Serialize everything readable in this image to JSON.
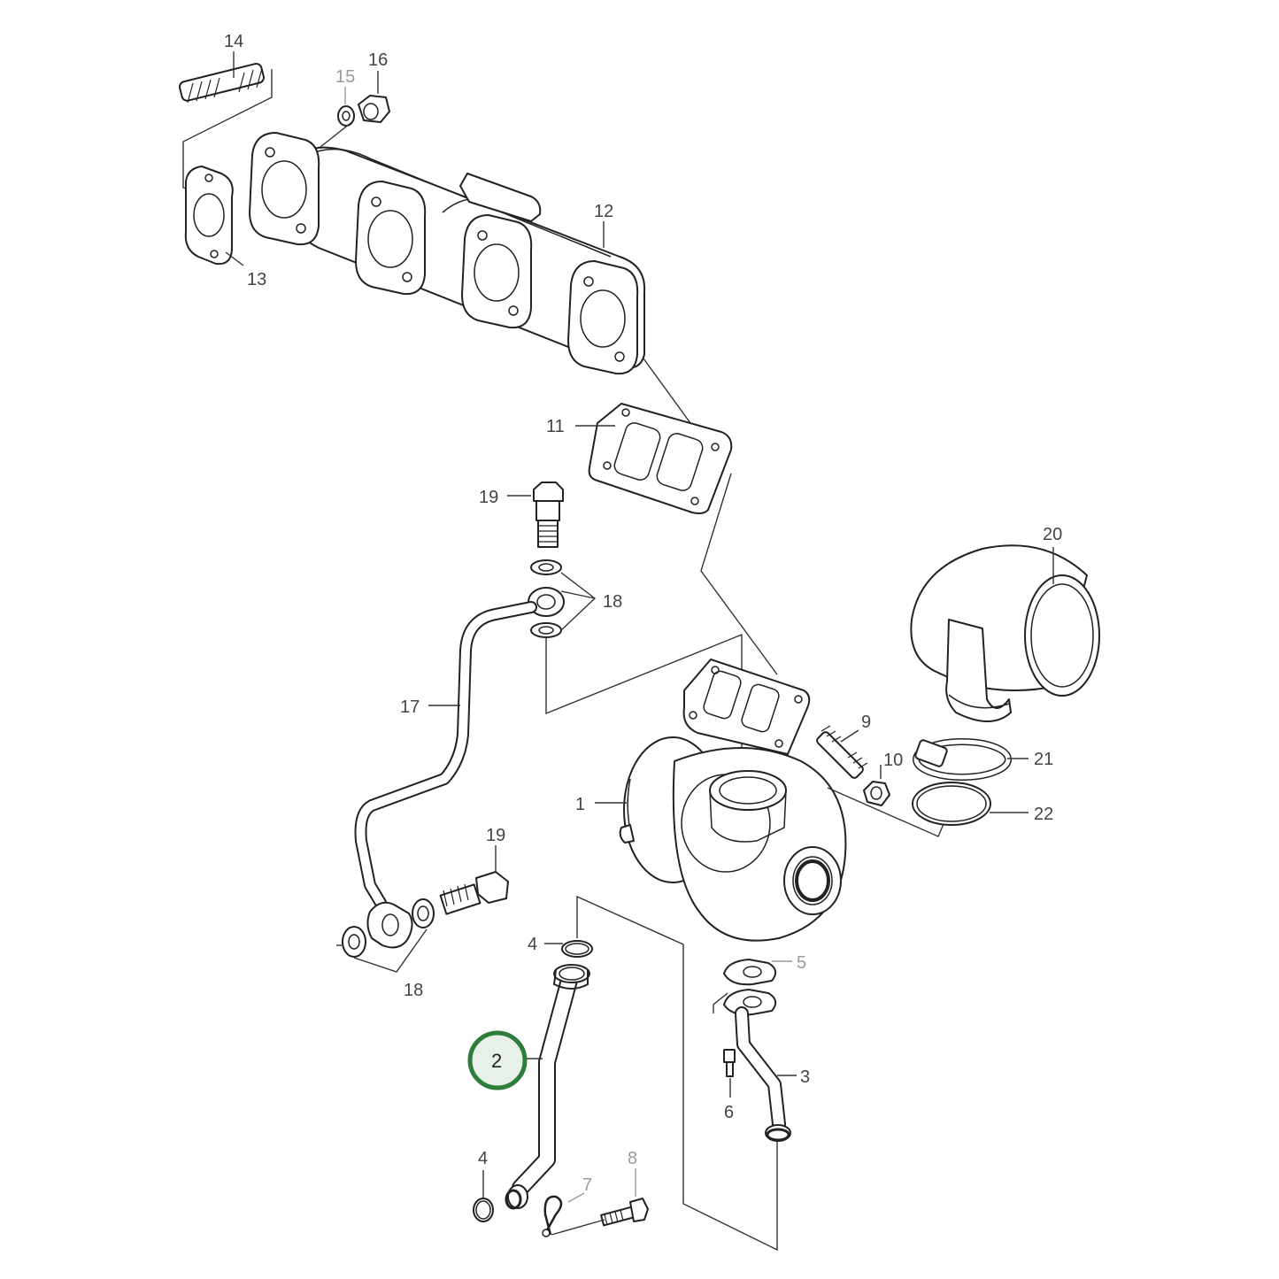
{
  "callouts": {
    "c1": "1",
    "c2": "2",
    "c3": "3",
    "c4a": "4",
    "c4b": "4",
    "c5": "5",
    "c6": "6",
    "c7": "7",
    "c8": "8",
    "c9": "9",
    "c10": "10",
    "c11": "11",
    "c12": "12",
    "c13": "13",
    "c14": "14",
    "c15": "15",
    "c16": "16",
    "c17": "17",
    "c18a": "18",
    "c18b": "18",
    "c19a": "19",
    "c19b": "19",
    "c20": "20",
    "c21": "21",
    "c22": "22"
  },
  "highlight": {
    "part": "2",
    "color": "#2e7d3a",
    "fill": "#e7f1e8"
  },
  "colors": {
    "line": "#222222",
    "faded_label": "#9a9a9a"
  }
}
